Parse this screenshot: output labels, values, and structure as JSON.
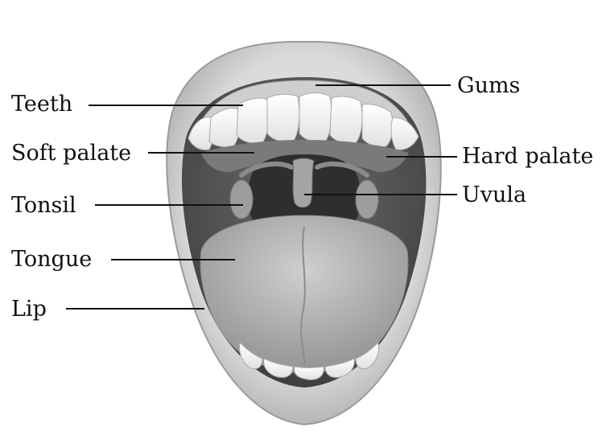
{
  "labels": {
    "teeth": "Teeth",
    "soft_palate": "Soft palate",
    "tonsil": "Tonsil",
    "tongue": "Tongue",
    "lip": "Lip",
    "gums": "Gums",
    "hard_palate": "Hard palate",
    "uvula": "Uvula"
  },
  "colors": {
    "lip": "#d6d6d6",
    "mouth_cavity": "#5a5a5a",
    "throat": "#2e2e2e",
    "tongue": "#b8b8b8",
    "teeth": "#f7f7f7",
    "leader_line": "#111111"
  }
}
